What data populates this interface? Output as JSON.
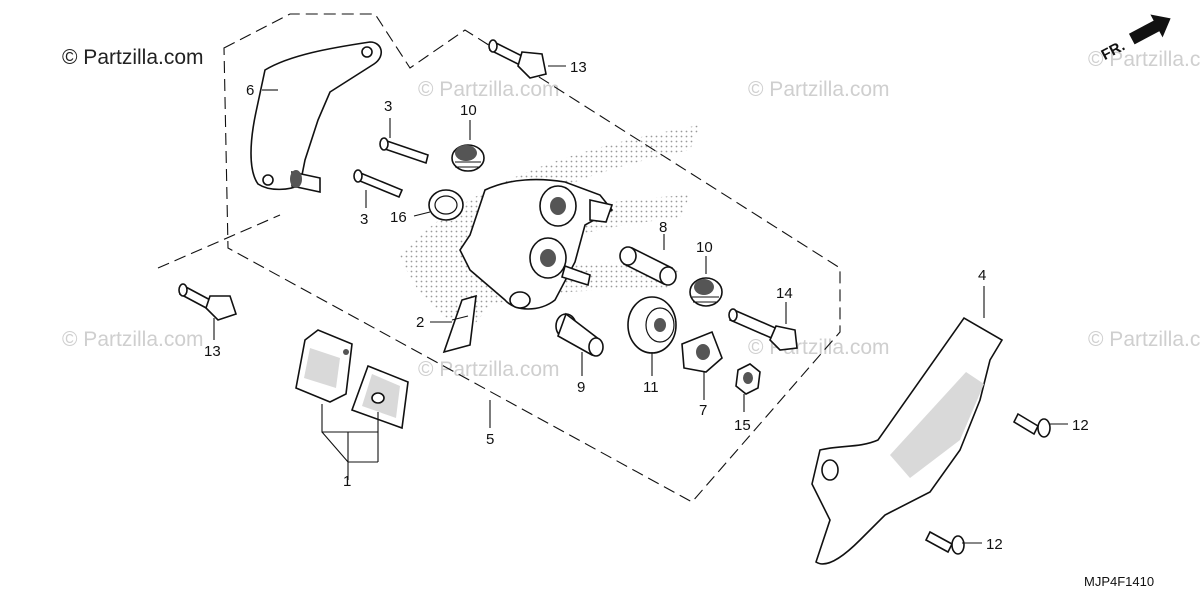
{
  "watermark": {
    "text": "© Partzilla.com",
    "primary_text": "© Partzilla.com"
  },
  "direction_label": "FR.",
  "diagram_code": "MJP4F1410",
  "callouts": {
    "c1": "1",
    "c2": "2",
    "c3a": "3",
    "c3b": "3",
    "c4": "4",
    "c5": "5",
    "c6": "6",
    "c7": "7",
    "c8": "8",
    "c9": "9",
    "c10a": "10",
    "c10b": "10",
    "c11": "11",
    "c12a": "12",
    "c12b": "12",
    "c13a": "13",
    "c13b": "13",
    "c14": "14",
    "c15": "15",
    "c16": "16"
  }
}
